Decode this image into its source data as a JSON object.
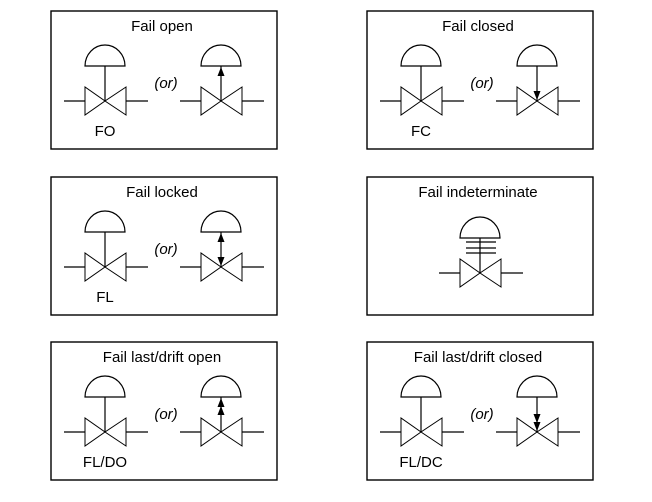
{
  "diagram": {
    "panels": [
      {
        "id": "fail-open",
        "title": "Fail open",
        "code": "FO",
        "or_label": "(or)",
        "alt_indicator": "arrow-up"
      },
      {
        "id": "fail-closed",
        "title": "Fail closed",
        "code": "FC",
        "or_label": "(or)",
        "alt_indicator": "arrow-down"
      },
      {
        "id": "fail-locked",
        "title": "Fail locked",
        "code": "FL",
        "or_label": "(or)",
        "alt_indicator": "arrow-both"
      },
      {
        "id": "fail-indeterminate",
        "title": "Fail indeterminate",
        "code": "",
        "or_label": "",
        "alt_indicator": "none"
      },
      {
        "id": "fail-last-drift-open",
        "title": "Fail last/drift open",
        "code": "FL/DO",
        "or_label": "(or)",
        "alt_indicator": "double-arrow-up"
      },
      {
        "id": "fail-last-drift-closed",
        "title": "Fail last/drift closed",
        "code": "FL/DC",
        "or_label": "(or)",
        "alt_indicator": "double-arrow-down"
      }
    ]
  }
}
